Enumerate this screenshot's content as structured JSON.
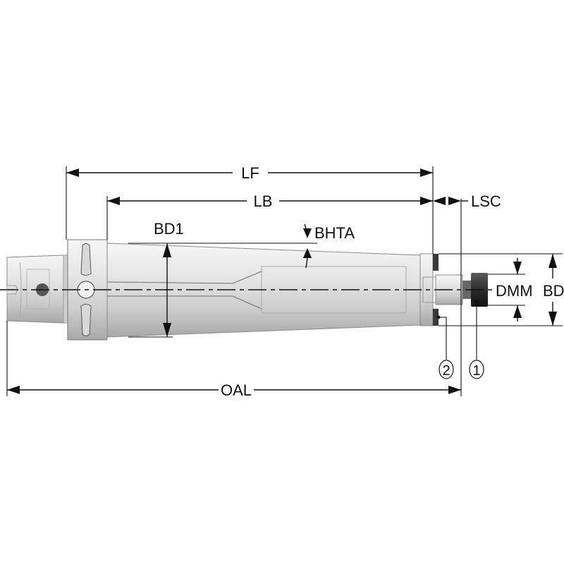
{
  "diagram": {
    "type": "technical-drawing",
    "subject": "HSK shank reduced adapter / tool holder side view",
    "dimensions": {
      "lf": "LF",
      "lb": "LB",
      "lsc": "LSC",
      "bd1": "BD1",
      "bhta": "BHTA",
      "dmm": "DMM",
      "bd": "BD",
      "oal": "OAL"
    },
    "callouts": {
      "one": "1",
      "two": "2"
    },
    "colors": {
      "line": "#111111",
      "body_light": "#eeeeee",
      "body_mid": "#cfcfcf",
      "body_dark": "#9a9a9a",
      "dark_part": "#3a3a3a",
      "background": "#ffffff"
    }
  }
}
